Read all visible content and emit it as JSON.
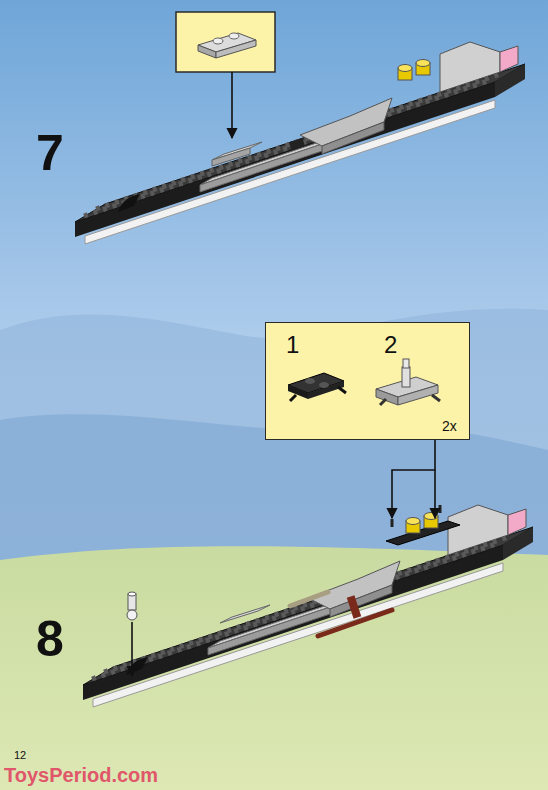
{
  "diagram": {
    "nodes": [
      {
        "text": [
          "1",
          "2",
          "2x"
        ]
      }
    ],
    "labels": [
      "7",
      "8",
      "12",
      "ToysPeriod.com"
    ]
  }
}
